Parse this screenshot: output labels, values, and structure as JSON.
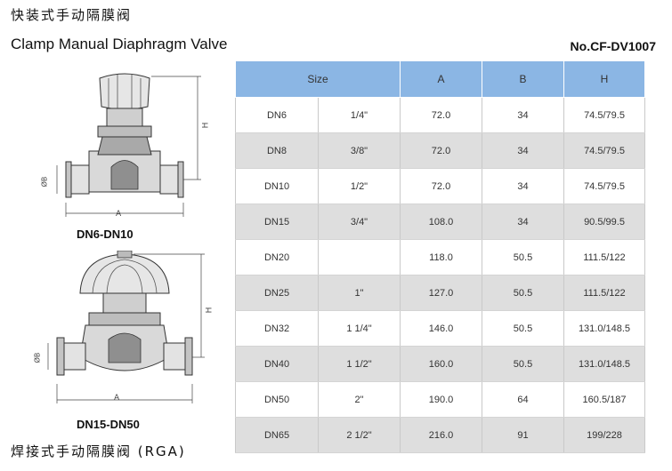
{
  "header": {
    "title_cn": "快装式手动隔膜阀",
    "title_en": "Clamp Manual Diaphragm Valve",
    "model_no": "No.CF-DV1007"
  },
  "drawings": [
    {
      "caption": "DN6-DN10",
      "dim_a": "A",
      "dim_b": "ØB",
      "dim_h": "H"
    },
    {
      "caption": "DN15-DN50",
      "dim_a": "A",
      "dim_b": "ØB",
      "dim_h": "H"
    }
  ],
  "table": {
    "headers": [
      "Size",
      "A",
      "B",
      "H"
    ],
    "rows": [
      {
        "dn": "DN6",
        "inch": "1/4\"",
        "a": "72.0",
        "b": "34",
        "h": "74.5/79.5"
      },
      {
        "dn": "DN8",
        "inch": "3/8\"",
        "a": "72.0",
        "b": "34",
        "h": "74.5/79.5"
      },
      {
        "dn": "DN10",
        "inch": "1/2\"",
        "a": "72.0",
        "b": "34",
        "h": "74.5/79.5"
      },
      {
        "dn": "DN15",
        "inch": "3/4\"",
        "a": "108.0",
        "b": "34",
        "h": "90.5/99.5"
      },
      {
        "dn": "DN20",
        "inch": "",
        "a": "118.0",
        "b": "50.5",
        "h": "111.5/122"
      },
      {
        "dn": "DN25",
        "inch": "1\"",
        "a": "127.0",
        "b": "50.5",
        "h": "111.5/122"
      },
      {
        "dn": "DN32",
        "inch": "1 1/4\"",
        "a": "146.0",
        "b": "50.5",
        "h": "131.0/148.5"
      },
      {
        "dn": "DN40",
        "inch": "1 1/2\"",
        "a": "160.0",
        "b": "50.5",
        "h": "131.0/148.5"
      },
      {
        "dn": "DN50",
        "inch": "2\"",
        "a": "190.0",
        "b": "64",
        "h": "160.5/187"
      },
      {
        "dn": "DN65",
        "inch": "2 1/2\"",
        "a": "216.0",
        "b": "91",
        "h": "199/228"
      }
    ]
  },
  "footer": {
    "title_cn": "焊接式手动隔膜阀 (RGA)"
  }
}
